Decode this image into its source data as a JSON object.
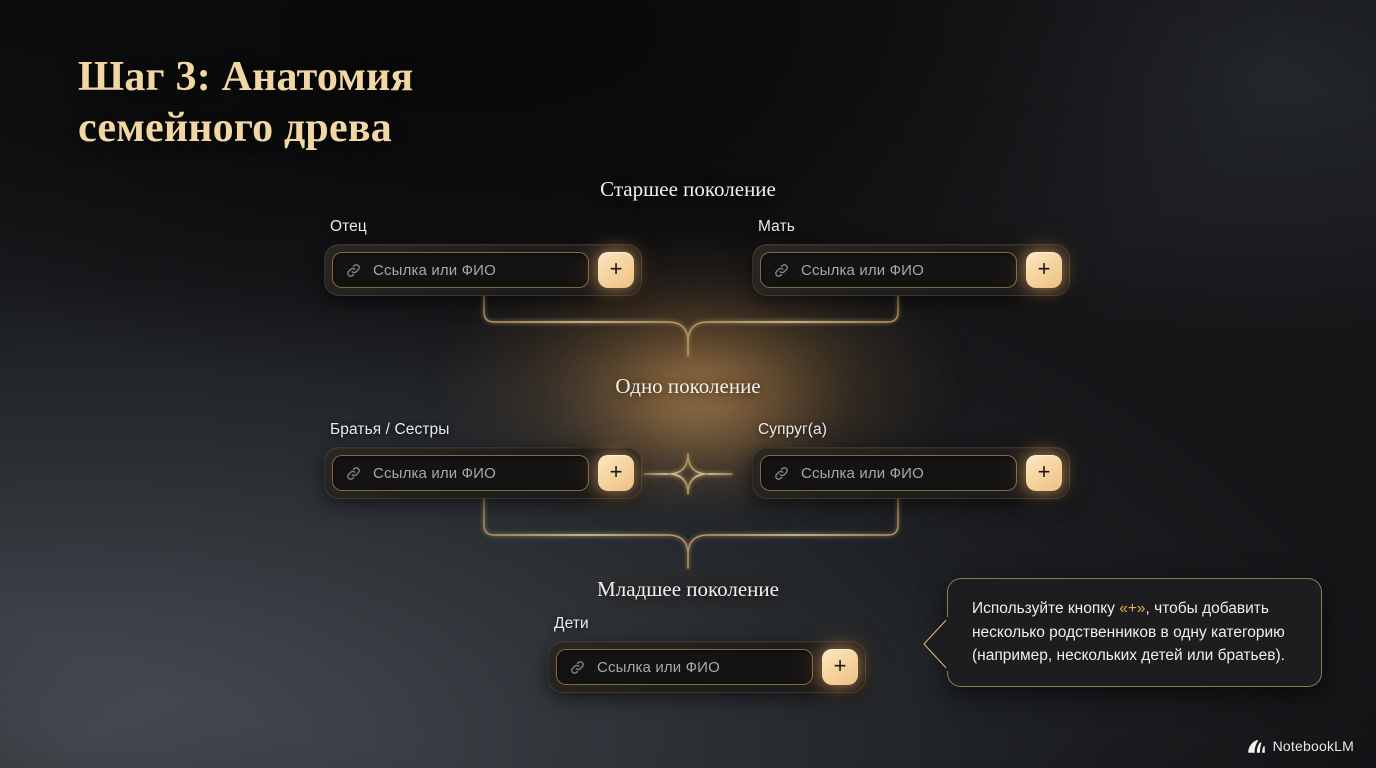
{
  "slide": {
    "title": "Шаг 3: Анатомия\nсемейного древа"
  },
  "generations": {
    "top": "Старшее поколение",
    "middle": "Одно поколение",
    "bottom": "Младшее поколение"
  },
  "fields": {
    "father": {
      "label": "Отец",
      "placeholder": "Ссылка или ФИО",
      "value": "",
      "add_label": "+",
      "icon": "link-icon"
    },
    "mother": {
      "label": "Мать",
      "placeholder": "Ссылка или ФИО",
      "value": "",
      "add_label": "+",
      "icon": "link-icon"
    },
    "siblings": {
      "label": "Братья / Сестры",
      "placeholder": "Ссылка или ФИО",
      "value": "",
      "add_label": "+",
      "icon": "link-icon"
    },
    "spouse": {
      "label": "Супруг(а)",
      "placeholder": "Ссылка или ФИО",
      "value": "",
      "add_label": "+",
      "icon": "link-icon"
    },
    "children": {
      "label": "Дети",
      "placeholder": "Ссылка или ФИО",
      "value": "",
      "add_label": "+",
      "icon": "link-icon"
    }
  },
  "tooltip": {
    "text_before": "Используйте кнопку ",
    "highlight": "«+»",
    "text_after": ", чтобы добавить несколько родственников в одну категорию (например, нескольких детей или братьев)."
  },
  "brand": {
    "name": "NotebookLM",
    "icon": "notebooklm-logo-icon"
  },
  "colors": {
    "accent_gold": "#e8c98a",
    "title_gold": "#f0d7a3",
    "button_gradient_from": "#fbe7c4",
    "button_gradient_to": "#eec084",
    "connector_line": "#d9b87a",
    "input_border": "#d6b270",
    "background_dark": "#121315",
    "tooltip_bg": "#1d1d1f"
  }
}
